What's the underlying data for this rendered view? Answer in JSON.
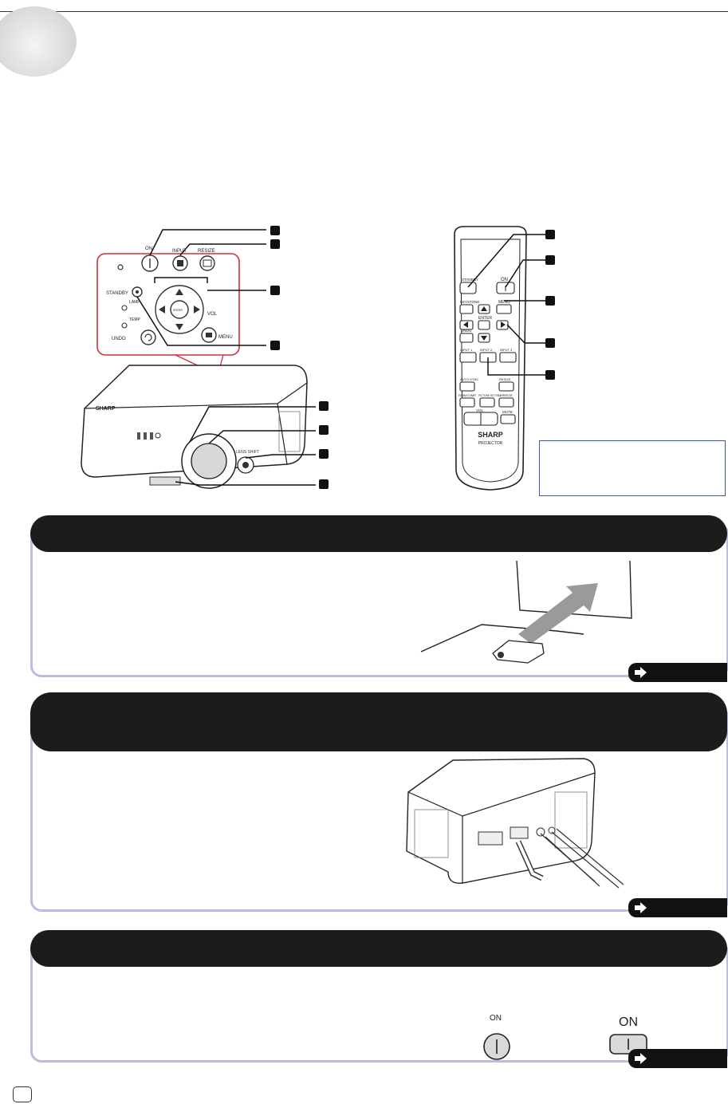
{
  "remote": {
    "on_button_label": "ON",
    "standby_label": "STANDBY",
    "keystone_label": "KEYSTONE",
    "menu_label": "MENU",
    "enter_label": "ENTER",
    "undo_label": "UNDO",
    "input1_label": "INPUT 1",
    "input2_label": "INPUT 2",
    "input3_label": "INPUT 3",
    "auto_sync_label": "AUTO SYNC",
    "resize_label": "RESIZE",
    "rgb_comp_label": "RGB/COMP.",
    "picture_setting_label": "PICTURE SETTING",
    "freeze_label": "FREEZE",
    "vol_label": "VOL",
    "mute_label": "MUTE",
    "brand": "SHARP",
    "product": "PROJECTOR"
  },
  "projector": {
    "panel_on_label": "ON",
    "panel_input_label": "INPUT",
    "panel_resize_label": "RESIZE",
    "panel_standby_label": "STANDBY",
    "panel_lamp_label": "LAMP",
    "panel_temp_label": "TEMP",
    "panel_undo_label": "UNDO",
    "panel_vol_label": "VOL",
    "panel_menu_label": "MENU",
    "panel_enter_label": "ENTER",
    "body_brand": "SHARP",
    "lens_shift_label": "LENS SHIFT"
  },
  "section3": {
    "projector_on_label": "ON",
    "remote_on_label": "ON"
  },
  "colors": {
    "section_bar": "#1c1c1c",
    "section_border": "#b9bee0",
    "callout_border": "#3a58a8",
    "projector_panel_outline": "#d0303a"
  }
}
